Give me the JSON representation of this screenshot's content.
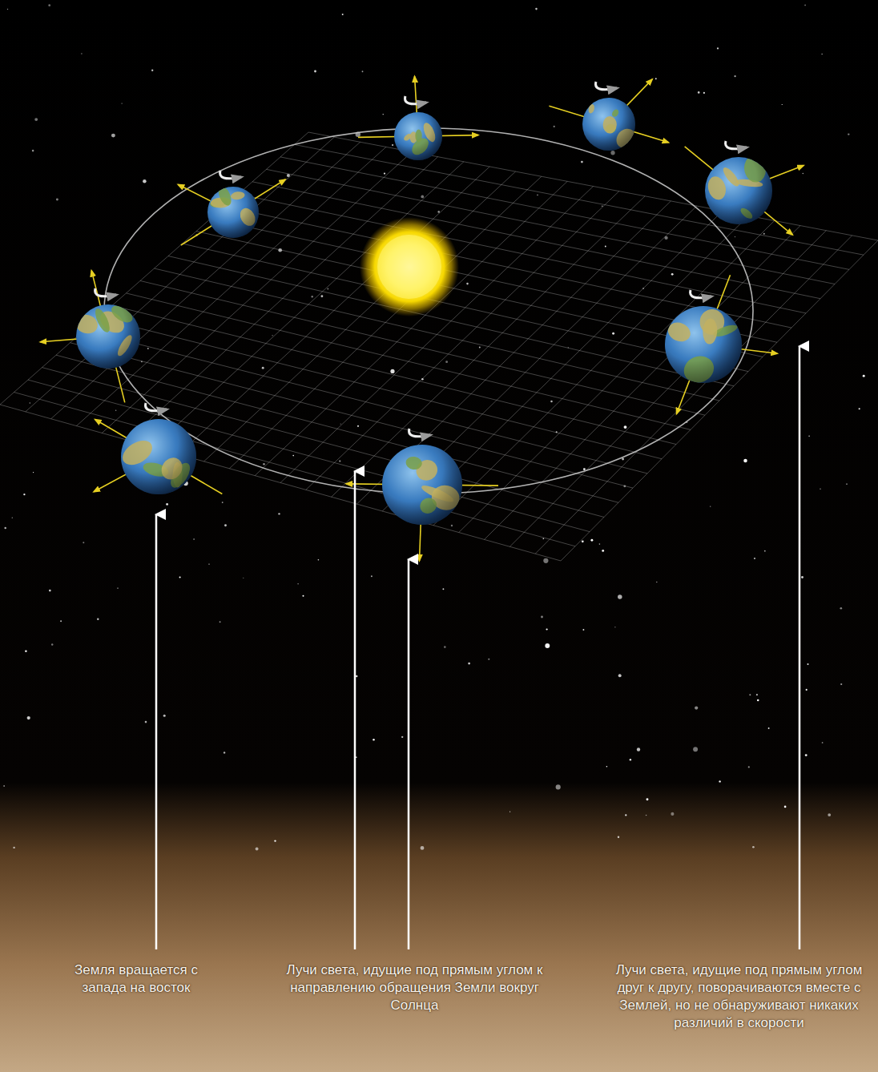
{
  "diagram": {
    "labels": [
      "Земля вращается с запада на восток",
      "Лучи света, идущие под прямым углом к направлению обращения Земли вокруг Солнца",
      "Лучи света, идущие под прямым углом друг к другу, поворачиваются вместе с Землей, но не обнаруживают никаких различий в скорости"
    ]
  }
}
